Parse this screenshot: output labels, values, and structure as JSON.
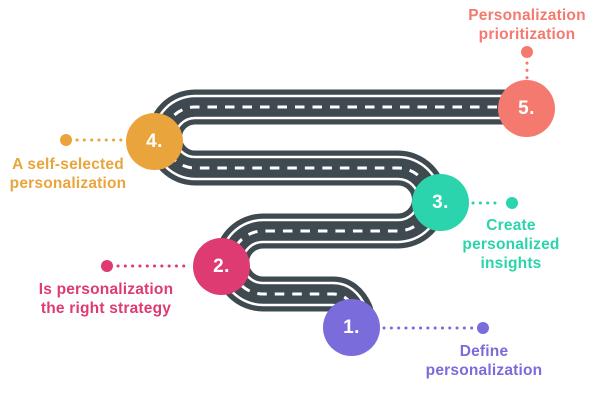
{
  "road": {
    "asphalt_color": "#3F4950",
    "marking_color": "#FFFFFF"
  },
  "milestones": [
    {
      "number": "1.",
      "label": "Define\npersonalization",
      "color": "#7A6CDB"
    },
    {
      "number": "2.",
      "label": "Is personalization\nthe right strategy",
      "color": "#DE3B72"
    },
    {
      "number": "3.",
      "label": "Create\npersonalized\ninsights",
      "color": "#2BD4AC"
    },
    {
      "number": "4.",
      "label": "A self-selected\npersonalization",
      "color": "#E9A53C"
    },
    {
      "number": "5.",
      "label": "Personalization\nprioritization",
      "color": "#F4796F"
    }
  ]
}
